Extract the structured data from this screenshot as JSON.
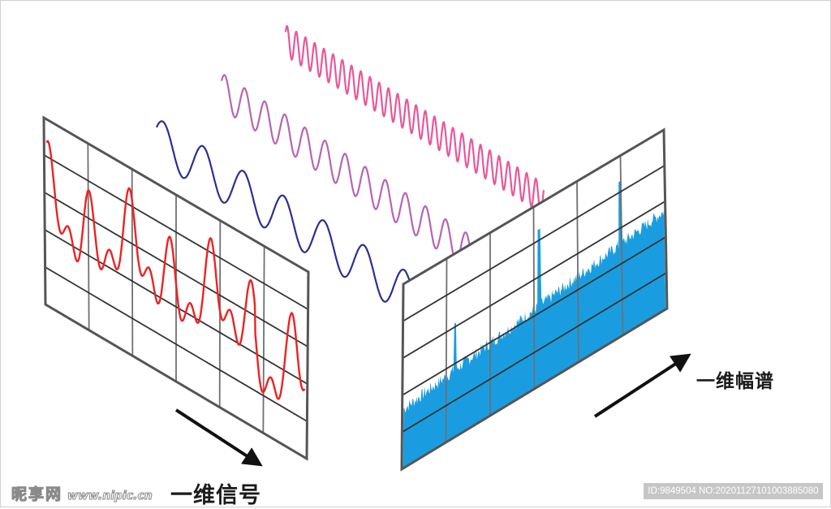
{
  "labels": {
    "time_signal": "一维信号",
    "spectrum": "一维幅谱",
    "watermark_site": "昵享网",
    "watermark_url": "www.nipic.cn",
    "id_bar": "ID:9849504 NO:20201127101003885080"
  },
  "colors": {
    "grid": "#555555",
    "signal": "#ee2222",
    "wave_low": "#2b2f8f",
    "wave_mid": "#b565b3",
    "wave_high": "#e8579a",
    "spectrum_fill": "#1a9de0",
    "arrow": "#111111"
  },
  "chart_data": [
    {
      "type": "line",
      "title": "一维信号",
      "description": "Time-domain signal on a skewed grid panel (sum of the three sinusoids)",
      "panel": {
        "tl": [
          54,
          145
        ],
        "tr": [
          380,
          335
        ],
        "br": [
          378,
          565
        ],
        "bl": [
          56,
          375
        ],
        "cols": 6,
        "rows": 5
      },
      "grid": true
    },
    {
      "type": "line",
      "title": "component sinusoids",
      "series": [
        {
          "name": "low-frequency",
          "start": [
            193,
            172
          ],
          "end": [
            515,
            370
          ],
          "cycles": 6.5,
          "amplitude": 27,
          "color_key": "wave_low"
        },
        {
          "name": "mid-frequency",
          "start": [
            273,
            112
          ],
          "end": [
            595,
            322
          ],
          "cycles": 13,
          "amplitude": 22,
          "color_key": "wave_mid"
        },
        {
          "name": "high-frequency",
          "start": [
            352,
            50
          ],
          "end": [
            670,
            245
          ],
          "cycles": 28,
          "amplitude": 19,
          "color_key": "wave_high"
        }
      ]
    },
    {
      "type": "area",
      "title": "一维幅谱",
      "description": "Magnitude spectrum with three peaks over a rising noise floor",
      "panel": {
        "tl": [
          497,
          350
        ],
        "tr": [
          818,
          160
        ],
        "br": [
          822,
          380
        ],
        "bl": [
          495,
          578
        ],
        "cols": 6,
        "rows": 5
      },
      "peaks": [
        {
          "position": 0.2,
          "height": 0.62
        },
        {
          "position": 0.52,
          "height": 0.86
        },
        {
          "position": 0.83,
          "height": 0.86
        }
      ],
      "noise_floor": {
        "start": 0.32,
        "end": 0.55
      },
      "grid": true
    }
  ],
  "arrows": [
    {
      "name": "time-direction-arrow",
      "from": [
        217,
        505
      ],
      "to": [
        317,
        570
      ]
    },
    {
      "name": "frequency-direction-arrow",
      "from": [
        733,
        513
      ],
      "to": [
        845,
        440
      ]
    }
  ]
}
